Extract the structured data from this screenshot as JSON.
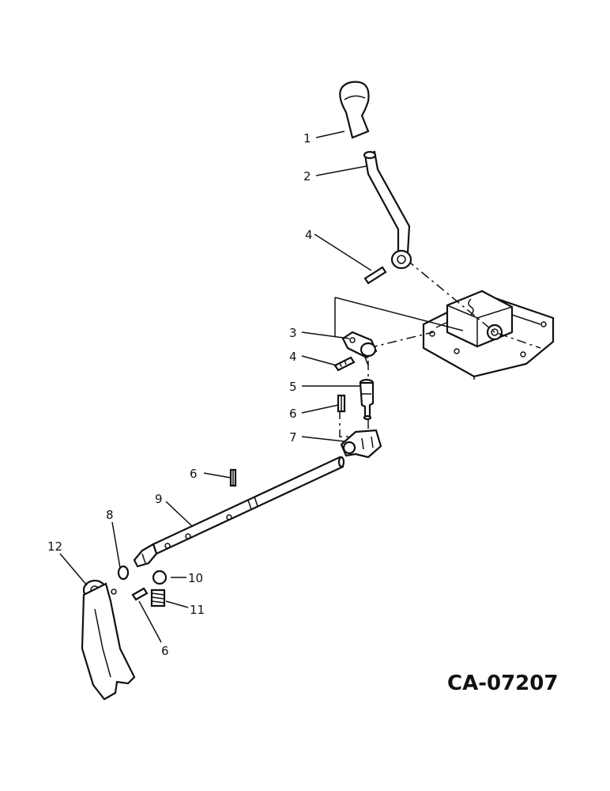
{
  "diagram": {
    "drawing_code": "CA-07207",
    "parts": [
      {
        "id": "knob",
        "callout": "1"
      },
      {
        "id": "lever",
        "callout": "2"
      },
      {
        "id": "coupler",
        "callout": "3"
      },
      {
        "id": "pin-upper",
        "callout": "4"
      },
      {
        "id": "pin-lower",
        "callout": "4"
      },
      {
        "id": "shaft-pin",
        "callout": "5"
      },
      {
        "id": "roll-pin-upper",
        "callout": "6"
      },
      {
        "id": "roll-pin-middle",
        "callout": "6"
      },
      {
        "id": "roll-pin-lower",
        "callout": "6"
      },
      {
        "id": "yoke",
        "callout": "7"
      },
      {
        "id": "washer",
        "callout": "8"
      },
      {
        "id": "rail",
        "callout": "9"
      },
      {
        "id": "ball",
        "callout": "10"
      },
      {
        "id": "spring",
        "callout": "11"
      },
      {
        "id": "fork",
        "callout": "12"
      }
    ]
  }
}
